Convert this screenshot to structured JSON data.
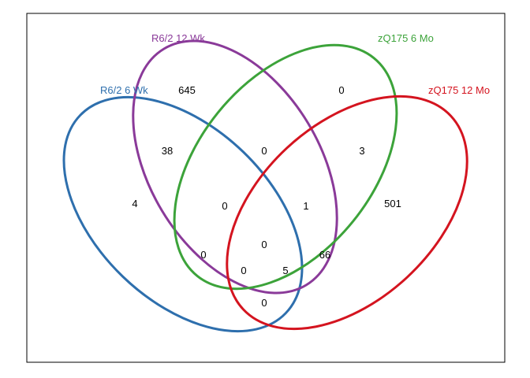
{
  "sets": [
    {
      "key": "r62_6wk",
      "name": "R6/2 6 Wk",
      "color": "#2e6fad"
    },
    {
      "key": "r62_12wk",
      "name": "R6/2 12 Wk",
      "color": "#8a3a99"
    },
    {
      "key": "zq175_6mo",
      "name": "zQ175 6 Mo",
      "color": "#3ca33a"
    },
    {
      "key": "zq175_12mo",
      "name": "zQ175 12 Mo",
      "color": "#d4141f"
    }
  ],
  "regions": {
    "r62_6wk_only": "4",
    "r62_12wk_only": "645",
    "zq175_6mo_only": "0",
    "zq175_12mo_only": "501",
    "r62_6wk__r62_12wk": "38",
    "r62_12wk__zq175_6mo": "0",
    "zq175_6mo__zq175_12mo": "3",
    "r62_6wk__r62_12wk__zq175_6mo": "0",
    "r62_12wk__zq175_6mo__zq175_12mo": "1",
    "r62_6wk__zq175_6mo": "0",
    "all_four": "0",
    "r62_12wk__zq175_12mo": "66",
    "r62_6wk__zq175_6mo__zq175_12mo": "0",
    "r62_6wk__r62_12wk__zq175_12mo": "5",
    "r62_6wk__zq175_12mo": "0"
  }
}
